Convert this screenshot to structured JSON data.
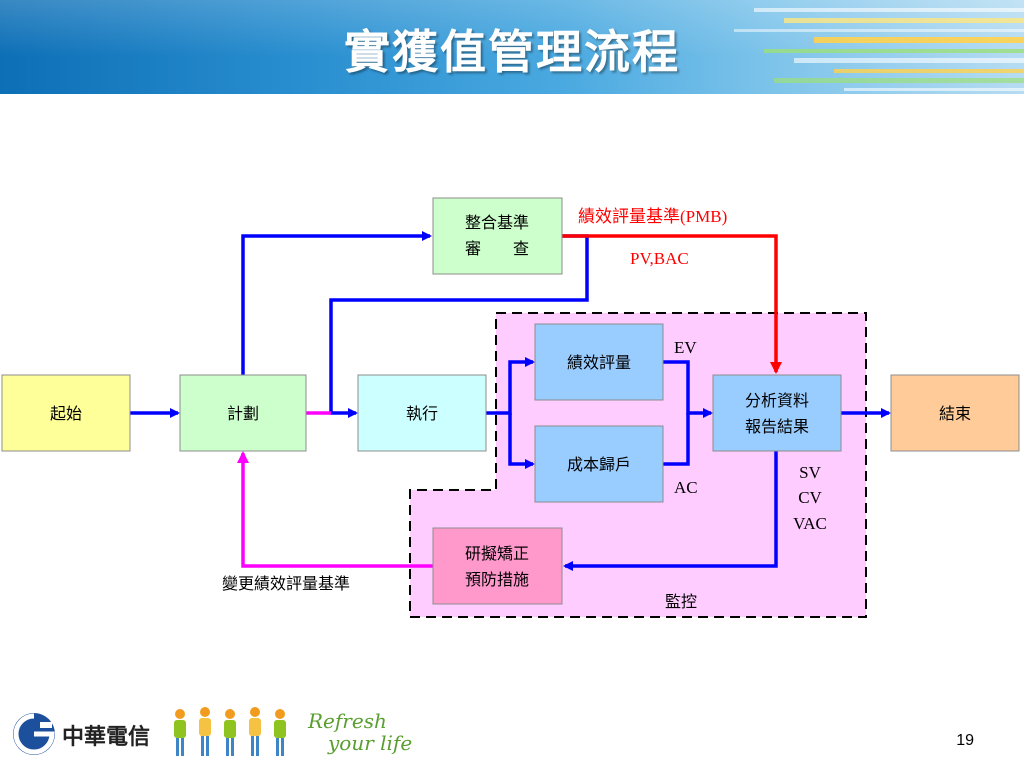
{
  "slide": {
    "title": "實獲值管理流程",
    "page_number": "19"
  },
  "diagram": {
    "nodes": {
      "start": "起始",
      "plan": "計劃",
      "review_line1": "整合基準",
      "review_line2": "審　　查",
      "execute": "執行",
      "perf_eval": "績效評量",
      "cost_alloc": "成本歸戶",
      "analysis_line1": "分析資料",
      "analysis_line2": "報告結果",
      "end": "結束",
      "corrective_line1": "研擬矯正",
      "corrective_line2": "預防措施"
    },
    "labels": {
      "pmb": "績效評量基準(PMB)",
      "pv_bac": "PV,BAC",
      "ev": "EV",
      "ac": "AC",
      "sv": "SV",
      "cv": "CV",
      "vac": "VAC",
      "change_pmb": "變更績效評量基準",
      "monitor": "監控"
    },
    "colors": {
      "start_fill": "#ffff99",
      "plan_fill": "#ccffcc",
      "review_fill": "#ccffcc",
      "execute_fill": "#ccffff",
      "eval_fill": "#99ccff",
      "end_fill": "#ffcc99",
      "corrective_fill": "#ff99cc",
      "monitor_region": "#ffccff",
      "blue_arrow": "#0000ff",
      "red_arrow": "#ff0000",
      "magenta_arrow": "#ff00ff"
    }
  },
  "footer": {
    "logo_text": "中華電信",
    "slogan_line1": "Refresh",
    "slogan_line2": "your life"
  }
}
